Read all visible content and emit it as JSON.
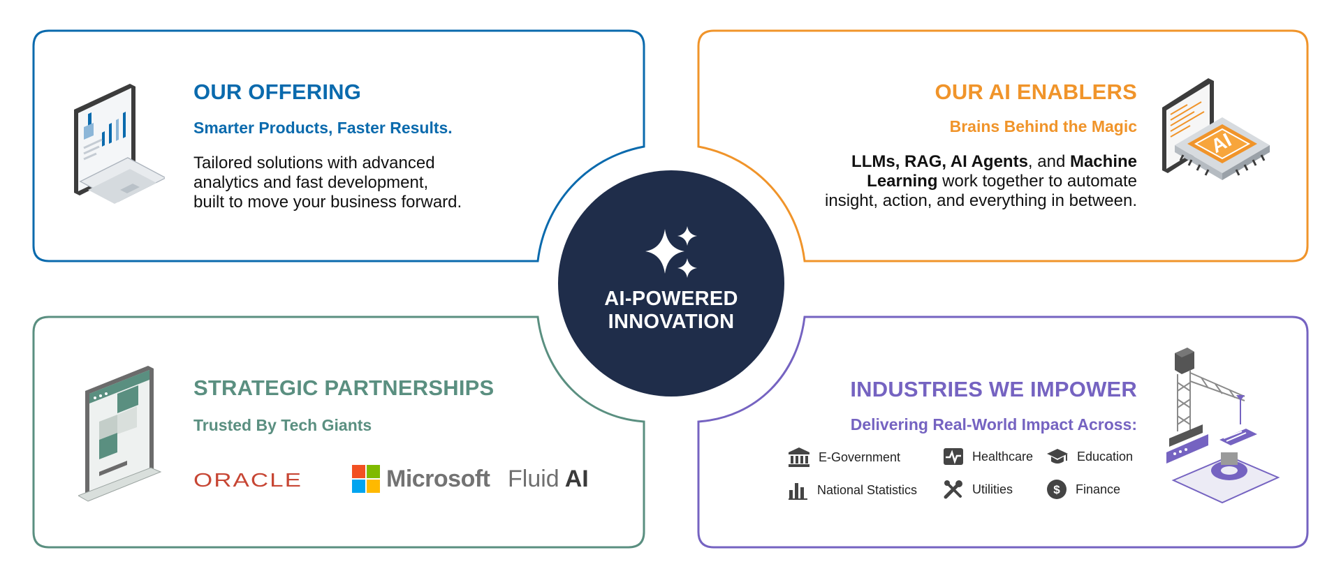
{
  "center": {
    "line1": "AI-POWERED",
    "line2": "INNOVATION"
  },
  "colors": {
    "blue": "#0a6aad",
    "orange": "#f0942a",
    "green": "#5a8f80",
    "purple": "#7563c1",
    "navy": "#1f2d4a"
  },
  "offering": {
    "title": "OUR OFFERING",
    "subtitle": "Smarter Products, Faster Results.",
    "body_lines": [
      "Tailored solutions with advanced",
      "analytics and fast development,",
      "built to move your business forward."
    ]
  },
  "enablers": {
    "title": "OUR AI ENABLERS",
    "subtitle": "Brains Behind the Magic",
    "body": {
      "llms": "LLMs, RAG, AI Agents",
      "and": ", and ",
      "ml1": "Machine",
      "ml2": "Learning",
      "rest1": " work together to automate",
      "line3": "insight, action, and everything in between."
    },
    "chip_label": "AI"
  },
  "partnerships": {
    "title": "STRATEGIC PARTNERSHIPS",
    "subtitle": "Trusted By Tech Giants",
    "partners": {
      "oracle": "ORACLE",
      "microsoft": "Microsoft",
      "fluid": "Fluid",
      "fluid_ai": "AI"
    }
  },
  "industries": {
    "title": "INDUSTRIES WE IMPOWER",
    "subtitle": "Delivering Real-World Impact Across:",
    "items": {
      "egov": {
        "label": "E-Government",
        "icon": "government-building-icon"
      },
      "health": {
        "label": "Healthcare",
        "icon": "heartbeat-icon"
      },
      "edu": {
        "label": "Education",
        "icon": "graduation-cap-icon"
      },
      "stats": {
        "label": "National Statistics",
        "icon": "bar-chart-icon"
      },
      "util": {
        "label": "Utilities",
        "icon": "tools-icon"
      },
      "fin": {
        "label": "Finance",
        "icon": "dollar-icon"
      }
    }
  }
}
